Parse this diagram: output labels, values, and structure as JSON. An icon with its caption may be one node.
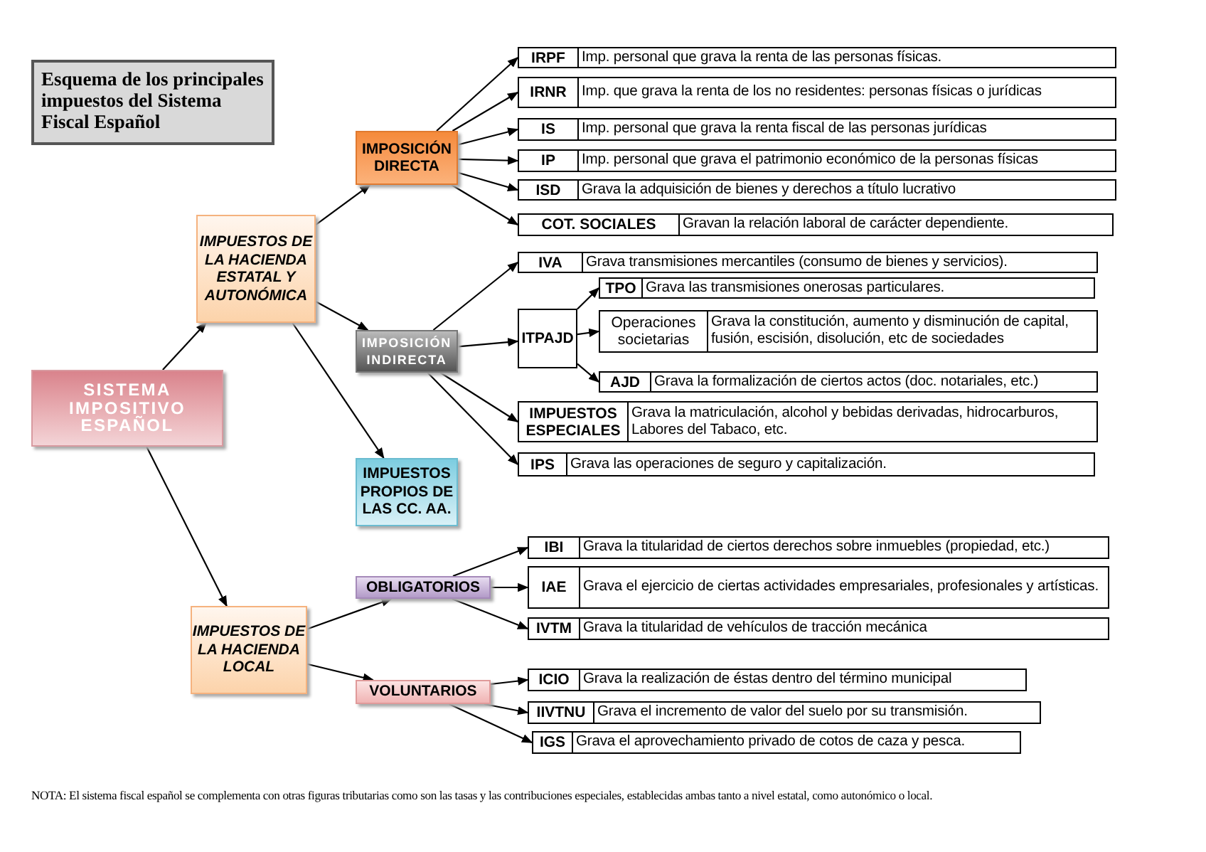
{
  "diagram": {
    "title": "Esquema de los principales impuestos del Sistema Fiscal Español",
    "nodes": [
      {
        "text": [
          "SISTEMA IMPOSITIVO ESPAÑOL"
        ]
      },
      {
        "text": [
          "IMPUESTOS DE LA HACIENDA ESTATAL Y AUTONÓMICA"
        ]
      },
      {
        "text": [
          "IMPOSICIÓN DIRECTA"
        ]
      },
      {
        "text": [
          "IMPOSICIÓN INDIRECTA"
        ]
      },
      {
        "text": [
          "IMPUESTOS PROPIOS DE LAS CC. AA."
        ]
      },
      {
        "text": [
          "IRPF",
          "Imp. personal que grava la renta de las personas físicas."
        ]
      },
      {
        "text": [
          "IRNR",
          "Imp. que grava la renta de los no residentes: personas físicas o jurídicas"
        ]
      },
      {
        "text": [
          "IS",
          "Imp. personal que grava la renta fiscal de las personas jurídicas"
        ]
      },
      {
        "text": [
          "IP",
          "Imp. personal que grava el patrimonio económico de la personas físicas"
        ]
      },
      {
        "text": [
          "ISD",
          "Grava la adquisición de bienes y derechos a título lucrativo"
        ]
      },
      {
        "text": [
          "COT. SOCIALES",
          "Gravan la relación laboral de carácter dependiente."
        ]
      },
      {
        "text": [
          "IVA",
          "Grava transmisiones mercantiles (consumo de bienes y servicios)."
        ]
      },
      {
        "text": [
          "ITPAJD"
        ]
      },
      {
        "text": [
          "TPO",
          "Grava las transmisiones onerosas particulares."
        ]
      },
      {
        "text": [
          "Operaciones societarias",
          "Grava la constitución, aumento y disminución de capital, fusión, escisión, disolución, etc de sociedades"
        ]
      },
      {
        "text": [
          "AJD",
          "Grava la formalización de ciertos actos (doc. notariales, etc.)"
        ]
      },
      {
        "text": [
          "IMPUESTOS ESPECIALES",
          "Grava la matriculación, alcohol y bebidas derivadas, hidrocarburos, Labores del Tabaco, etc."
        ]
      },
      {
        "text": [
          "IPS",
          "Grava las operaciones de seguro y capitalización."
        ]
      },
      {
        "text": [
          "IMPUESTOS DE LA HACIENDA LOCAL"
        ]
      },
      {
        "text": [
          "OBLIGATORIOS"
        ]
      },
      {
        "text": [
          "VOLUNTARIOS"
        ]
      },
      {
        "text": [
          "IBI",
          "Grava la titularidad de ciertos derechos sobre inmuebles (propiedad, etc.)"
        ]
      },
      {
        "text": [
          "IAE",
          "Grava el  ejercicio de ciertas actividades empresariales, profesionales y artísticas."
        ]
      },
      {
        "text": [
          "IVTM",
          "Grava la titularidad de vehículos de tracción mecánica"
        ]
      },
      {
        "text": [
          "ICIO",
          "Grava la realización de éstas dentro del término municipal"
        ]
      },
      {
        "text": [
          "IIVTNU",
          "Grava el incremento de valor del suelo por su transmisión."
        ]
      },
      {
        "text": [
          "IGS",
          "Grava el aprovechamiento privado de cotos de caza y pesca."
        ]
      }
    ],
    "edges": [
      {
        "from": 0,
        "to": 1,
        "arrow": "to"
      },
      {
        "from": 0,
        "to": 18,
        "arrow": "to"
      },
      {
        "from": 1,
        "to": 2,
        "arrow": "to"
      },
      {
        "from": 1,
        "to": 3,
        "arrow": "to"
      },
      {
        "from": 1,
        "to": 4,
        "arrow": "to"
      },
      {
        "from": 2,
        "to": 5,
        "arrow": "to"
      },
      {
        "from": 2,
        "to": 6,
        "arrow": "to"
      },
      {
        "from": 2,
        "to": 7,
        "arrow": "to"
      },
      {
        "from": 2,
        "to": 8,
        "arrow": "to"
      },
      {
        "from": 2,
        "to": 9,
        "arrow": "to"
      },
      {
        "from": 2,
        "to": 10,
        "arrow": "to"
      },
      {
        "from": 3,
        "to": 11,
        "arrow": "to"
      },
      {
        "from": 3,
        "to": 12,
        "arrow": "to"
      },
      {
        "from": 3,
        "to": 16,
        "arrow": "to"
      },
      {
        "from": 3,
        "to": 17,
        "arrow": "to"
      },
      {
        "from": 12,
        "to": 13,
        "arrow": "to"
      },
      {
        "from": 12,
        "to": 14,
        "arrow": "to"
      },
      {
        "from": 12,
        "to": 15,
        "arrow": "to"
      },
      {
        "from": 18,
        "to": 19,
        "arrow": "to"
      },
      {
        "from": 18,
        "to": 20,
        "arrow": "to"
      },
      {
        "from": 19,
        "to": 21,
        "arrow": "to"
      },
      {
        "from": 19,
        "to": 22,
        "arrow": "to"
      },
      {
        "from": 19,
        "to": 23,
        "arrow": "to"
      },
      {
        "from": 20,
        "to": 24,
        "arrow": "to"
      },
      {
        "from": 20,
        "to": 25,
        "arrow": "to"
      },
      {
        "from": 20,
        "to": 26,
        "arrow": "to"
      }
    ],
    "labels": [
      "NOTA: El sistema fiscal español se complementa con otras figuras tributarias como son las tasas y las contribuciones especiales, establecidas ambas tanto a nivel estatal, como autonómico o local."
    ]
  }
}
